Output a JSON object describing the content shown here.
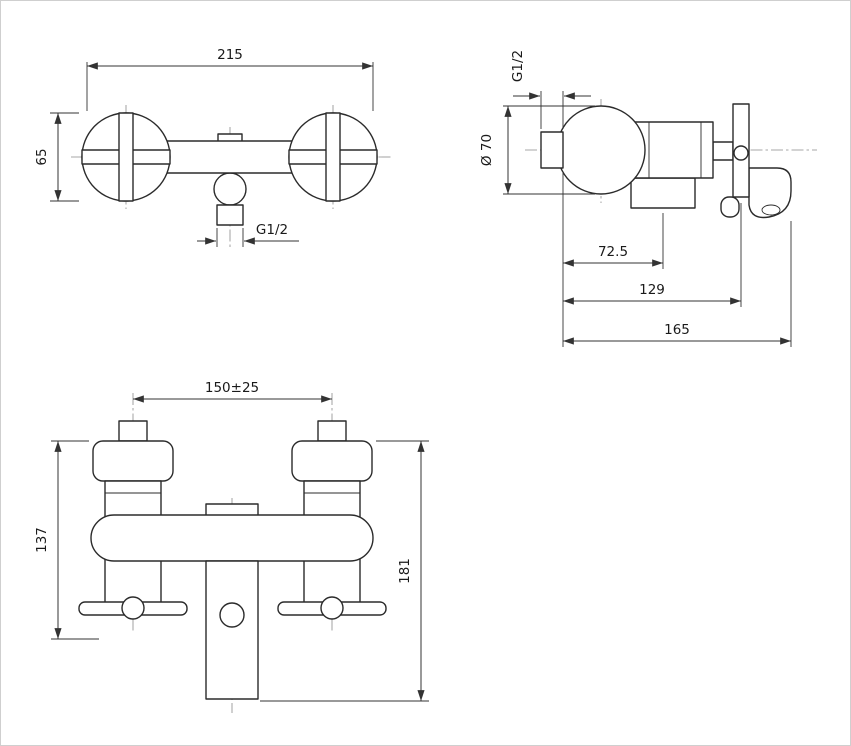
{
  "colors": {
    "line": "#2b2b2b",
    "dimension": "#333333",
    "background": "#ffffff"
  },
  "views": {
    "front_top": {
      "dims": {
        "width": "215",
        "height": "65",
        "outlet_thread": "G1/2"
      }
    },
    "side": {
      "dims": {
        "inlet_thread": "G1/2",
        "flange_diameter": "Ø 70",
        "depth_1": "72.5",
        "depth_2": "129",
        "depth_3": "165"
      }
    },
    "front_bottom": {
      "dims": {
        "inlet_centers": "150±25",
        "height_1": "137",
        "height_2": "181"
      }
    }
  }
}
